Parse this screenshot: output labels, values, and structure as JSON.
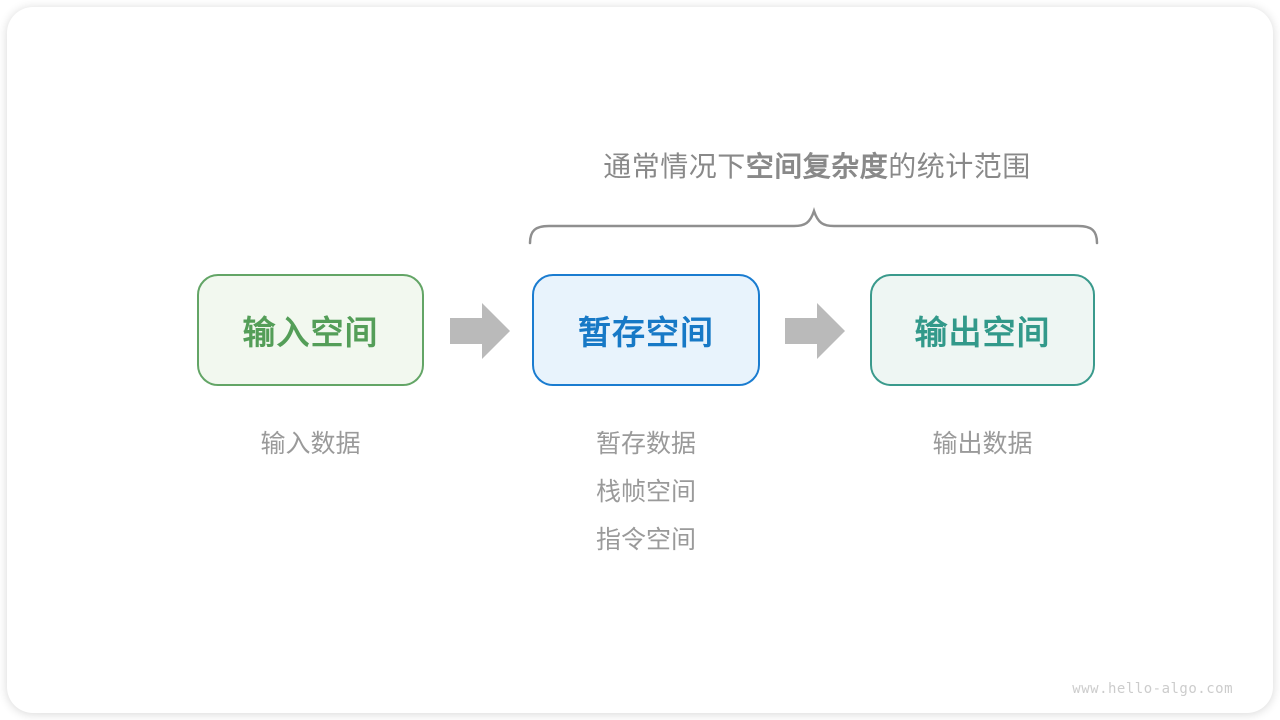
{
  "title": {
    "prefix": "通常情况下",
    "bold": "空间复杂度",
    "suffix": "的统计范围"
  },
  "boxes": [
    {
      "id": "input-space",
      "label": "输入空间",
      "text_color": "#549e58",
      "border_color": "#63a566",
      "bg_color": "#f2f8ef"
    },
    {
      "id": "temp-space",
      "label": "暂存空间",
      "text_color": "#1779c6",
      "border_color": "#1a7cd0",
      "bg_color": "#e8f3fc"
    },
    {
      "id": "output-space",
      "label": "输出空间",
      "text_color": "#32998a",
      "border_color": "#3a9a8c",
      "bg_color": "#eef6f3"
    }
  ],
  "captions": {
    "input": [
      "输入数据"
    ],
    "temp": [
      "暂存数据",
      "栈帧空间",
      "指令空间"
    ],
    "output": [
      "输出数据"
    ]
  },
  "watermark": "www.hello-algo.com",
  "colors": {
    "title_text": "#898989",
    "caption_text": "#9a9a9a",
    "brace_stroke": "#8f8f8f",
    "arrow_fill": "#bababa",
    "watermark_text": "#cccccc"
  }
}
